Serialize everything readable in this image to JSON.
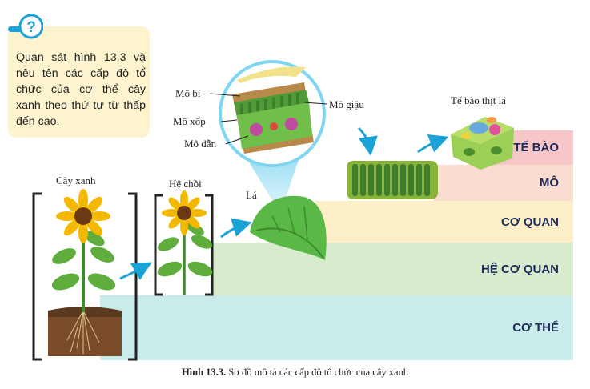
{
  "question": {
    "text": "Quan sát hình 13.3 và nêu tên các cấp độ tổ chức của cơ thể cây xanh theo thứ tự từ thấp đến cao."
  },
  "levels": [
    {
      "label": "TẾ BÀO",
      "color": "#f7c6c9"
    },
    {
      "label": "MÔ",
      "color": "#fbdcd0"
    },
    {
      "label": "CƠ QUAN",
      "color": "#fcefc7"
    },
    {
      "label": "HỆ CƠ QUAN",
      "color": "#d8eccd"
    },
    {
      "label": "CƠ THỂ",
      "color": "#c9ebe9"
    }
  ],
  "labels": {
    "cay_xanh": "Cây xanh",
    "he_choi": "Hệ chồi",
    "la": "Lá",
    "mo_bi": "Mô bì",
    "mo_xop": "Mô xốp",
    "mo_dan": "Mô dẫn",
    "mo_giau": "Mô giậu",
    "te_bao_thit_la": "Tế bào thịt lá"
  },
  "caption": {
    "figure": "Hình 13.3.",
    "text": " Sơ đồ mô tả các cấp độ tổ chức của cây xanh"
  },
  "colors": {
    "arrow": "#1ba3d8",
    "leaf": "#5ab946",
    "magnifier": "#7fd6f2"
  }
}
